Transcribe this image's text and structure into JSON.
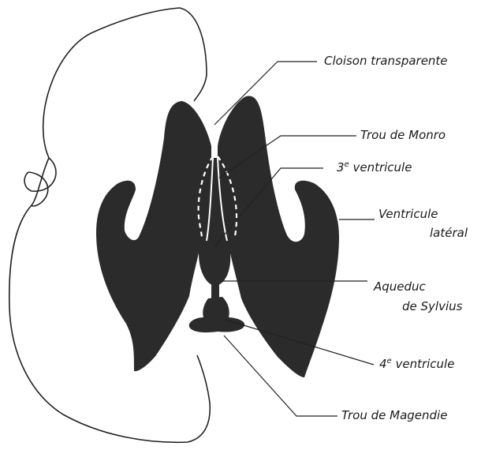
{
  "labels": {
    "cloison": "Cloison transparente",
    "monro": "Trou de Monro",
    "third_mark": "3",
    "third_sup": "e",
    "third_rest": " ventricule",
    "lateral_1": "Ventricule",
    "lateral_2": "latéral",
    "aqueduc_1": "Aqueduc",
    "aqueduc_2": "de Sylvius",
    "fourth_mark": "4",
    "fourth_sup": "e",
    "fourth_rest": " ventricule",
    "magendie": "Trou de Magendie"
  }
}
